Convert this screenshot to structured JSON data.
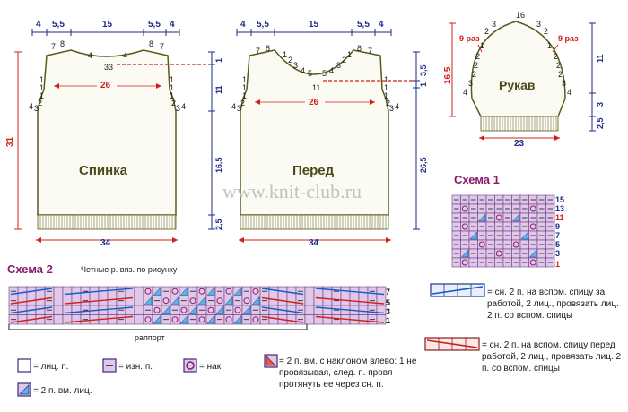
{
  "pieces": {
    "back": {
      "label": "Спинка",
      "top_widths": [
        "4",
        "5,5",
        "15",
        "5,5",
        "4"
      ],
      "right_heights": [
        "1",
        "11",
        "16,5",
        "2,5"
      ],
      "left_height": "31",
      "width": "34",
      "inner_width": "26",
      "shoulder_steps_left": [
        "7",
        "8"
      ],
      "shoulder_steps_right": [
        "8",
        "7"
      ],
      "neck_steps": [
        "4",
        "4"
      ],
      "neck_center": "33",
      "armhole_left": [
        "1",
        "1",
        "1",
        "2",
        "3",
        "4"
      ],
      "armhole_right": [
        "1",
        "1",
        "1",
        "2",
        "3",
        "4"
      ]
    },
    "front": {
      "label": "Перед",
      "top_widths": [
        "4",
        "5,5",
        "15",
        "5,5",
        "4"
      ],
      "right_heights": [
        "3,5",
        "1",
        "26,5"
      ],
      "width": "34",
      "inner_width": "26",
      "shoulder_steps_left": [
        "7",
        "8"
      ],
      "shoulder_steps_right": [
        "8",
        "7"
      ],
      "neck_left": [
        "1",
        "2",
        "3",
        "4",
        "5"
      ],
      "neck_right": [
        "5",
        "4",
        "3",
        "2",
        "1"
      ],
      "neck_center": "11",
      "armhole_left": [
        "1",
        "1",
        "1",
        "2",
        "3",
        "4"
      ],
      "armhole_right": [
        "1",
        "1",
        "1",
        "2",
        "3",
        "4"
      ]
    },
    "sleeve": {
      "label": "Рукав",
      "top": "16",
      "cap_left": [
        "3",
        "2",
        "1",
        "2",
        "2",
        "2",
        "3",
        "4"
      ],
      "cap_right": [
        "3",
        "2",
        "1",
        "2",
        "2",
        "2",
        "3",
        "4"
      ],
      "repeat_left": "9 раз",
      "repeat_right": "9 раз",
      "left_height": "16,5",
      "right_heights": [
        "11",
        "3",
        "2,5"
      ],
      "width": "23"
    }
  },
  "watermark": "www.knit-club.ru",
  "scheme1": {
    "title": "Схема 1",
    "row_numbers": [
      "15",
      "13",
      "11",
      "9",
      "7",
      "5",
      "3",
      "1"
    ],
    "red_rows": [
      "11",
      "1"
    ]
  },
  "scheme2": {
    "title": "Схема 2",
    "subtitle": "Четные р. вяз. по рисунку",
    "row_numbers": [
      "7",
      "5",
      "3",
      "1"
    ],
    "repeat_label": "раппорт"
  },
  "legend": {
    "knit": "= лиц. п.",
    "purl": "= изн. п.",
    "yo": "= нак.",
    "k2tog": "= 2 п. вм. лиц.",
    "k2tog_left": "= 2 п. вм. с наклоном влево: 1 не провязывая, след. п. провя протянуть ее через сн. п.",
    "cable_back": "= сн. 2 п. на вспом. спицу за работой, 2 лиц., провязать лиц. 2 п. со вспом. спицы",
    "cable_front": "= сн. 2 п. на вспом. спицу перед работой, 2 лиц., провязать лиц. 2 п. со вспом. спицы"
  },
  "colors": {
    "outline": "#5a5a1a",
    "dim": "#1a2a8a",
    "red": "#d0201a",
    "grid_fill": "#e0c8e8",
    "grid_line": "#6a3a8a",
    "blue_symbol": "#1a5ac8"
  }
}
